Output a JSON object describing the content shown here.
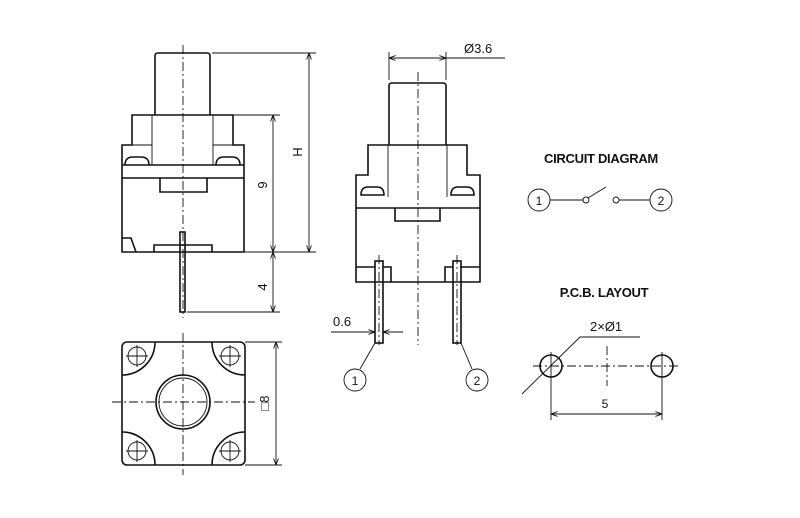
{
  "dimensions": {
    "plunger_diameter": "Ø3.6",
    "height": "H",
    "body_height": "9",
    "pin_length": "4",
    "pin_width": "0.6",
    "body_square": "□8",
    "hole_spec": "2×Ø1",
    "hole_pitch": "5"
  },
  "circuit_diagram": {
    "title": "CIRCUIT DIAGRAM",
    "terminal_1": "1",
    "terminal_2": "2"
  },
  "pcb_layout": {
    "title": "P.C.B. LAYOUT"
  },
  "front_view": {
    "pin_1": "1",
    "pin_2": "2"
  }
}
